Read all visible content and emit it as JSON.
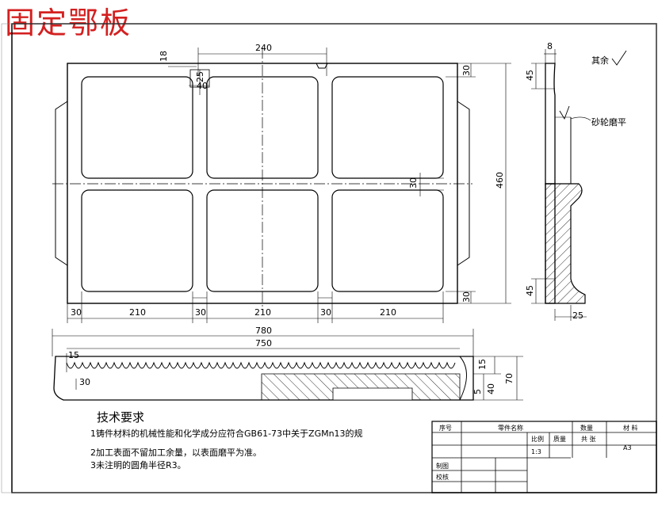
{
  "title": "固定鄂板",
  "colors": {
    "title": "#d42020",
    "line": "#000000",
    "hatch": "#000000"
  },
  "front_view": {
    "dims_top": {
      "width_240": "240",
      "d18": "18",
      "d25": "25",
      "d40": "40"
    },
    "dims_right": {
      "d30_top": "30",
      "d30_mid": "30",
      "d30_bot": "30",
      "height": "460"
    },
    "dims_bottom": [
      "30",
      "210",
      "30",
      "210",
      "30",
      "210"
    ]
  },
  "side_view": {
    "d8": "8",
    "d45_top": "45",
    "d45_bot": "45",
    "d25": "25",
    "note_rest": "其余",
    "note_grind": "砂轮磨平"
  },
  "section_view": {
    "total": "780",
    "length": "750",
    "d15_left": "15",
    "d30": "30",
    "d15_right": "15",
    "d5": "5",
    "d40": "40",
    "d70": "70"
  },
  "tech": {
    "heading": "技术要求",
    "lines": [
      "1铸件材料的机械性能和化学成分应符合GB61-73中关于ZGMn13的规",
      "2加工表面不留加工余量，以表面磨平为准。",
      "3未注明的圆角半径R3。"
    ]
  },
  "title_block": {
    "seq": "序号",
    "part_name": "零件名称",
    "qty": "数量",
    "material": "材 料",
    "scale_label": "比例",
    "weight_label": "质量",
    "total_label": "共 张",
    "scale_value": "1:3",
    "sheet_size": "A3",
    "drawn": "制图",
    "checked": "校核"
  }
}
